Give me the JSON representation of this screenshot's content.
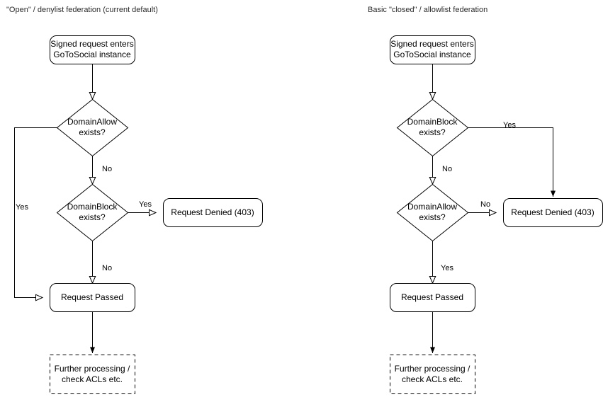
{
  "diagram": {
    "type": "flowchart",
    "background": "#ffffff",
    "stroke_color": "#000000",
    "title_color": "#2b2b2b",
    "panels": [
      {
        "id": "left",
        "title": "\"Open\" / denylist federation (current default)",
        "nodes": [
          {
            "id": "l-start",
            "shape": "rounded-rect",
            "label": "Signed request enters\nGoToSocial instance"
          },
          {
            "id": "l-d1",
            "shape": "diamond",
            "label": "DomainAllow\nexists?"
          },
          {
            "id": "l-d2",
            "shape": "diamond",
            "label": "DomainBlock\nexists?"
          },
          {
            "id": "l-denied",
            "shape": "rounded-rect",
            "label": "Request Denied (403)"
          },
          {
            "id": "l-passed",
            "shape": "rounded-rect",
            "label": "Request Passed"
          },
          {
            "id": "l-further",
            "shape": "dashed-rect",
            "label": "Further processing /\ncheck ACLs etc."
          }
        ],
        "edges": [
          {
            "from": "l-start",
            "to": "l-d1",
            "label": "",
            "arrow": "open"
          },
          {
            "from": "l-d1",
            "to": "l-d2",
            "label": "No",
            "arrow": "open"
          },
          {
            "from": "l-d1",
            "to": "l-passed",
            "label": "Yes",
            "arrow": "open"
          },
          {
            "from": "l-d2",
            "to": "l-denied",
            "label": "Yes",
            "arrow": "open"
          },
          {
            "from": "l-d2",
            "to": "l-passed",
            "label": "No",
            "arrow": "open"
          },
          {
            "from": "l-passed",
            "to": "l-further",
            "label": "",
            "arrow": "filled"
          }
        ]
      },
      {
        "id": "right",
        "title": "Basic \"closed\" / allowlist federation",
        "nodes": [
          {
            "id": "r-start",
            "shape": "rounded-rect",
            "label": "Signed request enters\nGoToSocial instance"
          },
          {
            "id": "r-d1",
            "shape": "diamond",
            "label": "DomainBlock\nexists?"
          },
          {
            "id": "r-d2",
            "shape": "diamond",
            "label": "DomainAllow\nexists?"
          },
          {
            "id": "r-denied",
            "shape": "rounded-rect",
            "label": "Request Denied (403)"
          },
          {
            "id": "r-passed",
            "shape": "rounded-rect",
            "label": "Request Passed"
          },
          {
            "id": "r-further",
            "shape": "dashed-rect",
            "label": "Further processing /\ncheck ACLs etc."
          }
        ],
        "edges": [
          {
            "from": "r-start",
            "to": "r-d1",
            "label": "",
            "arrow": "open"
          },
          {
            "from": "r-d1",
            "to": "r-d2",
            "label": "No",
            "arrow": "open"
          },
          {
            "from": "r-d1",
            "to": "r-denied",
            "label": "Yes",
            "arrow": "filled"
          },
          {
            "from": "r-d2",
            "to": "r-denied",
            "label": "No",
            "arrow": "open"
          },
          {
            "from": "r-d2",
            "to": "r-passed",
            "label": "Yes",
            "arrow": "open"
          },
          {
            "from": "r-passed",
            "to": "r-further",
            "label": "",
            "arrow": "filled"
          }
        ]
      }
    ]
  },
  "labels": {
    "left": {
      "start": "Signed request enters\nGoToSocial instance",
      "d1": "DomainAllow\nexists?",
      "d2": "DomainBlock\nexists?",
      "denied": "Request Denied (403)",
      "passed": "Request Passed",
      "further": "Further processing /\ncheck ACLs etc.",
      "e_d1_yes": "Yes",
      "e_d1_no": "No",
      "e_d2_yes": "Yes",
      "e_d2_no": "No"
    },
    "right": {
      "start": "Signed request enters\nGoToSocial instance",
      "d1": "DomainBlock\nexists?",
      "d2": "DomainAllow\nexists?",
      "denied": "Request Denied (403)",
      "passed": "Request Passed",
      "further": "Further processing /\ncheck ACLs etc.",
      "e_d1_yes": "Yes",
      "e_d1_no": "No",
      "e_d2_no": "No",
      "e_d2_yes": "Yes"
    }
  }
}
